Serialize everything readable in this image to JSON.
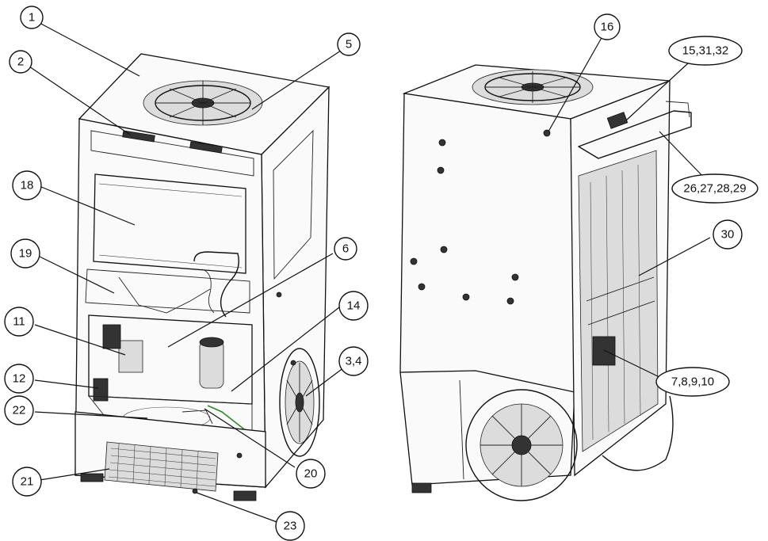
{
  "callouts": {
    "c1": "1",
    "c2": "2",
    "c5": "5",
    "c18": "18",
    "c19": "19",
    "c6": "6",
    "c11": "11",
    "c14": "14",
    "c3_4": "3,4",
    "c12": "12",
    "c22": "22",
    "c20": "20",
    "c21": "21",
    "c23": "23",
    "c16": "16",
    "c15_31_32": "15,31,32",
    "c26_27_28_29": "26,27,28,29",
    "c30": "30",
    "c7_8_9_10": "7,8,9,10"
  }
}
